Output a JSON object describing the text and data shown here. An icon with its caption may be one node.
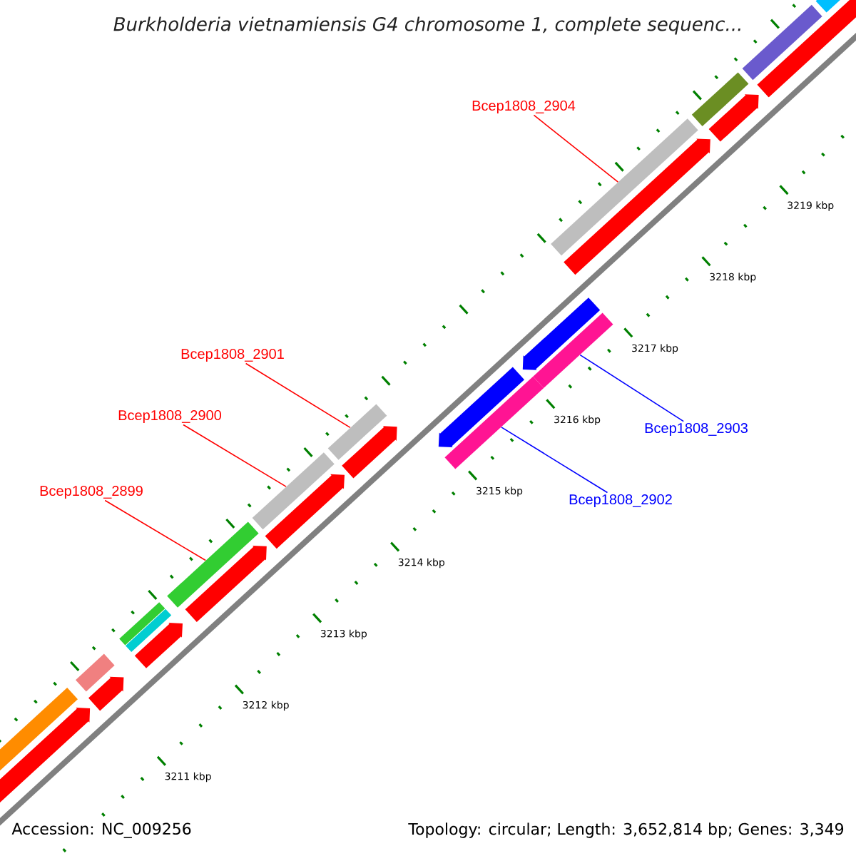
{
  "diagram": {
    "title": "Burkholderia vietnamiensis G4 chromosome 1, complete sequenc...",
    "nodes": [
      {
        "text": [
          "Bcep1808_2904"
        ]
      },
      {
        "text": [],
        "shape": "bar"
      },
      {
        "text": [
          "Bcep1808_2901"
        ]
      },
      {
        "text": [],
        "shape": "bar"
      },
      {
        "text": [
          "Bcep1808_2900"
        ]
      },
      {
        "text": [],
        "shape": "bar"
      },
      {
        "text": [
          "Bcep1808_2903"
        ]
      },
      {
        "text": [],
        "shape": "bar"
      },
      {
        "text": [
          "Bcep1808_2899"
        ]
      },
      {
        "text": [],
        "shape": "bar"
      },
      {
        "text": [
          "Bcep1808_2902"
        ]
      },
      {
        "text": [],
        "shape": "bar"
      }
    ],
    "edges": [
      {
        "from": 0,
        "to": 1,
        "arrow": "none"
      },
      {
        "from": 2,
        "to": 3,
        "arrow": "none"
      },
      {
        "from": 4,
        "to": 5,
        "arrow": "none"
      },
      {
        "from": 6,
        "to": 7,
        "arrow": "none",
        "color": "#0000ff"
      },
      {
        "from": 8,
        "to": 9,
        "arrow": "none"
      },
      {
        "from": 10,
        "to": 11,
        "arrow": "none",
        "color": "#0000ff"
      }
    ],
    "labels": [
      "3211 kbp",
      "3212 kbp",
      "3213 kbp",
      "3214 kbp",
      "3215 kbp",
      "3216 kbp",
      "3217 kbp",
      "3218 kbp",
      "3219 kbp",
      "Accession: NC_009256",
      "Topology: circular; Length: 3,652,814 bp; Genes: 3,349"
    ]
  }
}
